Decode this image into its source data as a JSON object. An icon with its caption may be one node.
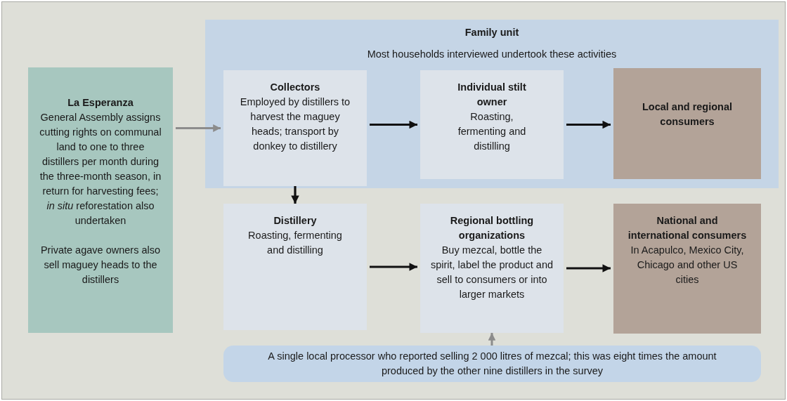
{
  "diagram": {
    "nodes": [
      {
        "text": [
          "Family unit",
          "Most households interviewed undertook these activities"
        ]
      },
      {
        "text": [
          "La Esperanza",
          "General Assembly assigns cutting rights on communal land to one to three distillers per month during the three-month season, in return for harvesting fees; *in situ* reforestation also undertaken",
          "Private agave owners also sell maguey heads to the distillers"
        ]
      },
      {
        "text": [
          "Collectors",
          "Employed by distillers to harvest the maguey heads; transport by donkey to distillery"
        ],
        "in": 0
      },
      {
        "text": [
          "Individual stilt owner",
          "Roasting, fermenting and distilling"
        ],
        "in": 0
      },
      {
        "text": [
          "Local and regional consumers"
        ],
        "in": 0
      },
      {
        "text": [
          "Distillery",
          "Roasting, fermenting and distilling"
        ]
      },
      {
        "text": [
          "Regional bottling organizations",
          "Buy mezcal, bottle the spirit, label the product and sell to consumers or into larger markets"
        ]
      },
      {
        "text": [
          "National and international consumers",
          "In Acapulco, Mexico City, Chicago and other US cities"
        ]
      },
      {
        "text": [
          "A single local processor who reported selling 2 000 litres of mezcal; this was eight times the amount produced by the other nine distillers in the survey"
        ]
      }
    ],
    "edges": [
      {
        "from": 1,
        "to": 2,
        "arrow": "to",
        "color": "#8c8c8c"
      },
      {
        "from": 2,
        "to": 3,
        "arrow": "to"
      },
      {
        "from": 3,
        "to": 4,
        "arrow": "to"
      },
      {
        "from": 2,
        "to": 5,
        "arrow": "to"
      },
      {
        "from": 5,
        "to": 6,
        "arrow": "to"
      },
      {
        "from": 6,
        "to": 7,
        "arrow": "to"
      },
      {
        "from": 8,
        "to": 6,
        "arrow": "to",
        "color": "#8c8c8c"
      }
    ]
  }
}
